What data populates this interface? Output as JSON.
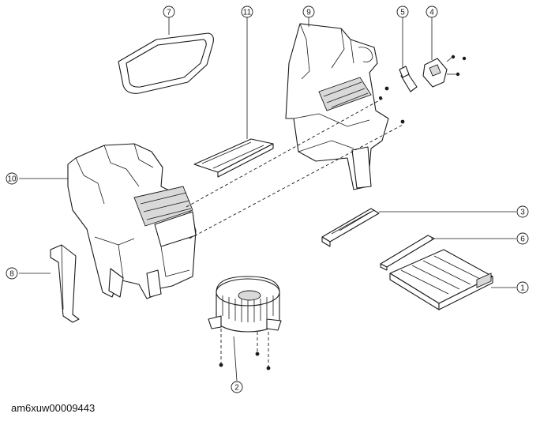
{
  "figure": {
    "caption": "am6xuw00009443",
    "callouts": [
      {
        "id": "1",
        "label": "①"
      },
      {
        "id": "2",
        "label": "②"
      },
      {
        "id": "3",
        "label": "③"
      },
      {
        "id": "4",
        "label": "④"
      },
      {
        "id": "5",
        "label": "⑤"
      },
      {
        "id": "6",
        "label": "⑥"
      },
      {
        "id": "7",
        "label": "⑦"
      },
      {
        "id": "8",
        "label": "⑧"
      },
      {
        "id": "9",
        "label": "⑨"
      },
      {
        "id": "10",
        "label": "⑩"
      },
      {
        "id": "11",
        "label": "⑪"
      }
    ]
  }
}
